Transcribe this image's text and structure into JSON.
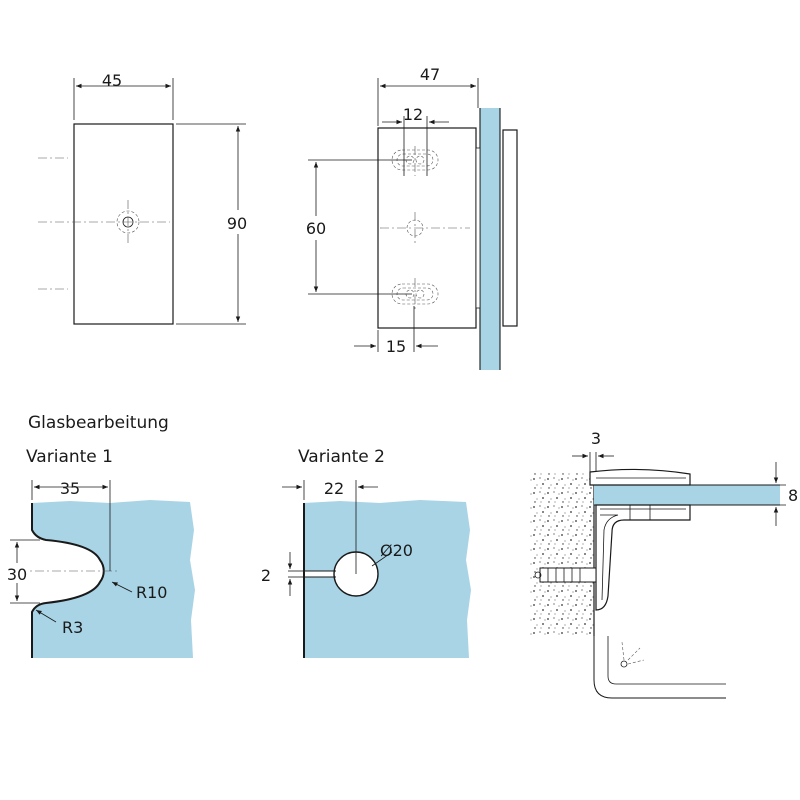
{
  "colors": {
    "glass": "#a8d4e6",
    "line": "#1a1a1a",
    "wall_hatch": "#f2f2f2"
  },
  "front_view": {
    "width_label": "45",
    "height_label": "90"
  },
  "side_view": {
    "width_label": "47",
    "slot_label": "12",
    "spacing_label": "60",
    "offset_label": "15"
  },
  "glass_processing": {
    "heading": "Glasbearbeitung"
  },
  "variant1": {
    "title": "Variante 1",
    "width_label": "35",
    "height_label": "30",
    "radius_large": "R10",
    "radius_small": "R3"
  },
  "variant2": {
    "title": "Variante 2",
    "offset_label": "22",
    "diameter_label": "Ø20",
    "gap_label": "2"
  },
  "section_view": {
    "gap_label": "3",
    "glass_thickness_label": "8"
  }
}
